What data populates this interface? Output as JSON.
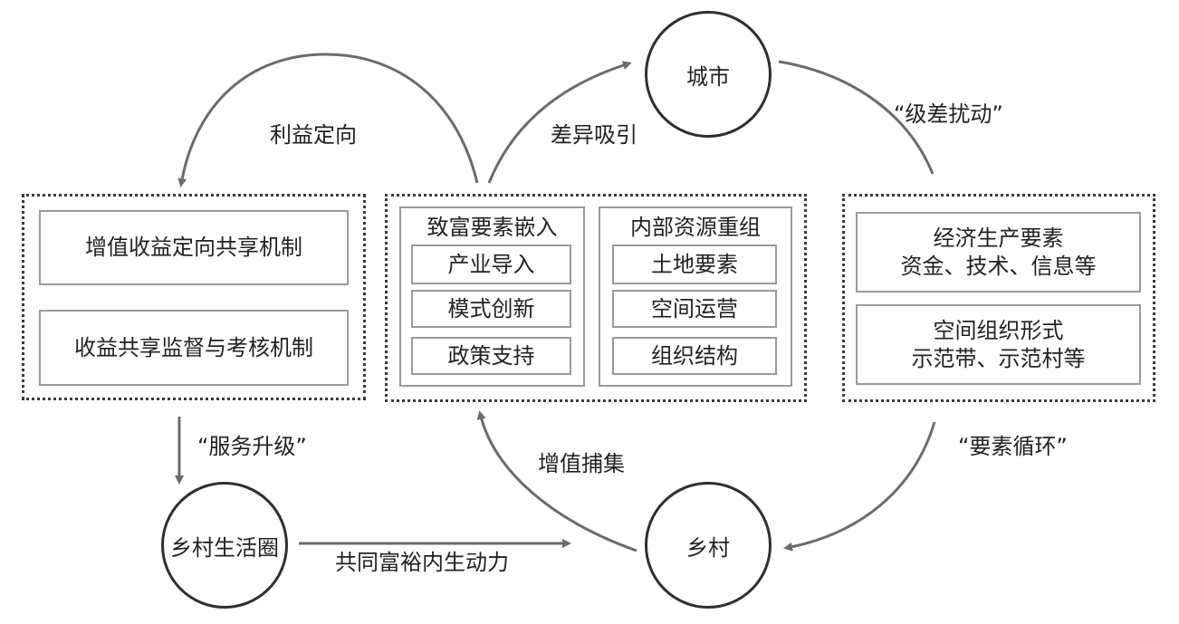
{
  "nodes": {
    "city": "城市",
    "village": "乡村",
    "life_circle": "乡村生活圈"
  },
  "left_group": {
    "box1": "增值收益定向共享机制",
    "box2": "收益共享监督与考核机制"
  },
  "middle_group": {
    "left_panel": {
      "title": "致富要素嵌入",
      "items": [
        "产业导入",
        "模式创新",
        "政策支持"
      ]
    },
    "right_panel": {
      "title": "内部资源重组",
      "items": [
        "土地要素",
        "空间运营",
        "组织结构"
      ]
    }
  },
  "right_group": {
    "box1": {
      "line1": "经济生产要素",
      "line2": "资金、技术、信息等"
    },
    "box2": {
      "line1": "空间组织形式",
      "line2": "示范带、示范村等"
    }
  },
  "edge_labels": {
    "benefit_orientation": "利益定向",
    "differential_attraction": "差异吸引",
    "gradient_disturbance": "“级差扰动”",
    "service_upgrade": "“服务升级”",
    "value_capture": "增值捕集",
    "factor_circulation": "“要素循环”",
    "common_prosperity": "共同富裕内生动力"
  },
  "colors": {
    "arrow": "#6b6b6b",
    "circle_border": "#2f2f2f",
    "box_border": "#9a9a9a",
    "dotted_border": "#3a3a3a"
  }
}
